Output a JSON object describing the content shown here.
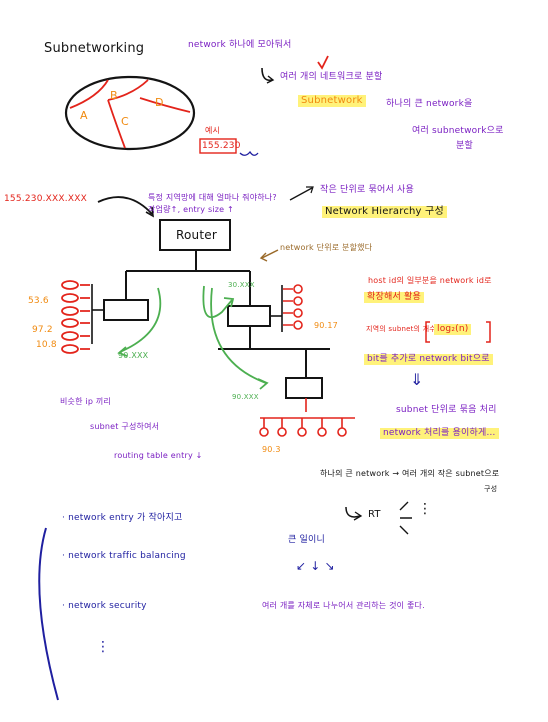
{
  "colors": {
    "ink": "#141414",
    "navy": "#1f1fa0",
    "purple": "#7a1fc2",
    "red": "#e3241b",
    "orange": "#f08a10",
    "green": "#4caf50",
    "brown": "#9a6a2a",
    "highlight": "#fff27a"
  },
  "title": "Subnetworking",
  "top": {
    "network_big": "network 하나에 모아둬서",
    "small_split": "여러 개의 네트워크로 분할",
    "subnetwork": "Subnetwork",
    "one_big": "하나의 큰 network을",
    "several_sub": "여러 subnetwork으로",
    "divide": "분할"
  },
  "ellipse_labels": [
    "A",
    "B",
    "C",
    "D"
  ],
  "example": {
    "label": "예시",
    "ip": "155.230"
  },
  "router_section": {
    "input_ip": "155.230.XXX.XXX",
    "question": "특정 지역망에 대해 얼마나 줘야하나?",
    "note": "작업량↑, entry size ↑",
    "fewer": "작은 단위로 묶어서 사용",
    "hierarchy": "Network Hierarchy 구성",
    "router": "Router",
    "divided_by_net": "network 단위로 분할했다"
  },
  "diagram_labels": {
    "l_53": "53.6",
    "l_97": "97.2",
    "l_108": "10.8",
    "l_90x": "90.XXX",
    "l_30": "30.XXX",
    "l_90": "90.XXX",
    "l_98": "90.17",
    "l_903": "90.3"
  },
  "right_notes": {
    "host": "host id의 일부분을 network id로",
    "borrow": "확장해서 활용",
    "log": "지역의 subnet의 개수에 따라",
    "log_expr": "log₂(n)",
    "bit": "bit를 추가로 network bit으로",
    "arrow": "⇓",
    "subnet_unit": "subnet 단위로 묶음 처리",
    "easier": "network 처리를 용이하게…"
  },
  "left_notes": {
    "line1": "비슷한 ip 끼리",
    "line2": "subnet 구성하여서",
    "line3": "routing table entry ↓"
  },
  "middle": {
    "split": "하나의 큰 network → 여러 개의 작은 subnet으로",
    "compose": "구성",
    "rt": "RT",
    "ellipsis": "⋮"
  },
  "bottom_list": [
    "· network entry 가 작아지고",
    "· network traffic balancing",
    "· network security",
    "⋮"
  ],
  "bottom_right": {
    "large": "큰 일이니",
    "arrows": "↙ ↓ ↘",
    "sentence": "여러 개를 자체로 나누어서 관리하는 것이 좋다."
  }
}
